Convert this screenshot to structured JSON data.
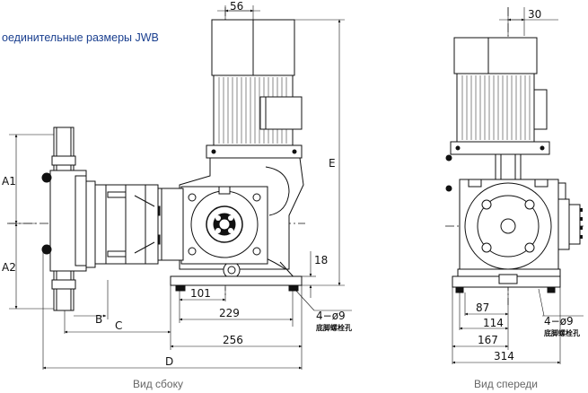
{
  "title": "оединительные размеры JWB",
  "side_view": {
    "caption": "Вид сбоку",
    "dims": {
      "top": "56",
      "A1": "A1",
      "A2": "A2",
      "E": "E",
      "h18": "18",
      "d101": "101",
      "d229": "229",
      "d256": "256",
      "B": "B",
      "C": "C",
      "D": "D",
      "holes": "4−ø9",
      "holes_cn": "底脚螺栓孔"
    }
  },
  "front_view": {
    "caption": "Вид спереди",
    "dims": {
      "top": "30",
      "d87": "87",
      "d114": "114",
      "d167": "167",
      "d314": "314",
      "holes": "4−ø9",
      "holes_cn": "底脚螺栓孔"
    }
  }
}
